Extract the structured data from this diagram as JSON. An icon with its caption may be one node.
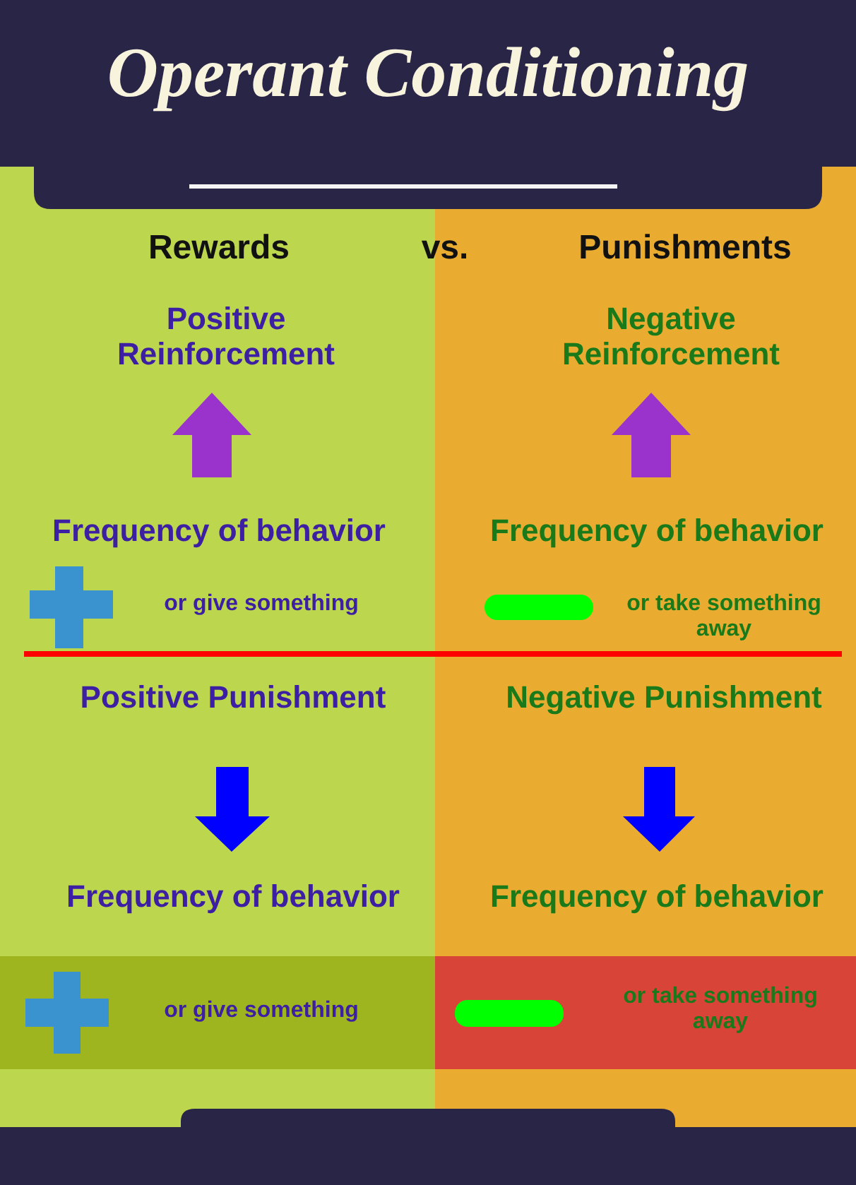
{
  "diagram": {
    "title": "Operant Conditioning",
    "labels": [
      "Rewards",
      "vs.",
      "Punishments",
      "Positive Reinforcement",
      "Negative Reinforcement",
      "Frequency of behavior",
      "Frequency of behavior",
      "or give something",
      "or take something away",
      "Positive Punishment",
      "Negative Punishment",
      "Frequency of behavior",
      "Frequency of behavior",
      "or give something",
      "or take something away"
    ]
  }
}
